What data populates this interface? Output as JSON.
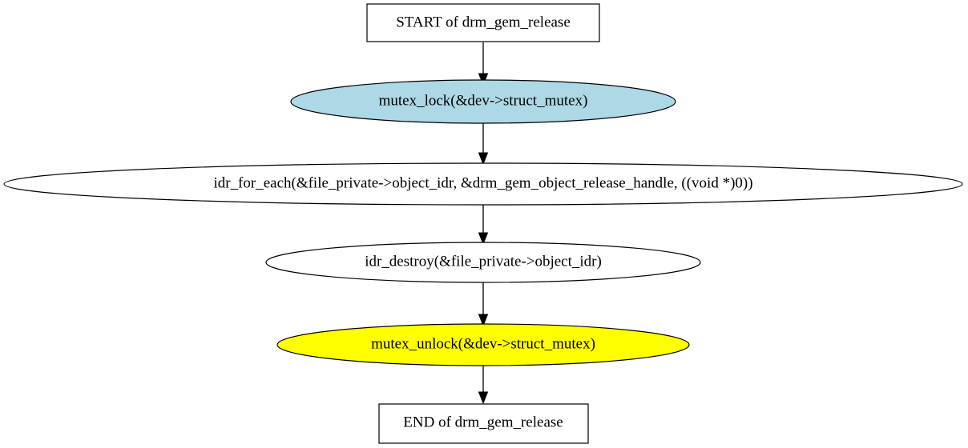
{
  "nodes": [
    {
      "id": "start",
      "label": "START of drm_gem_release",
      "shape": "box",
      "fill": "#ffffff"
    },
    {
      "id": "lock",
      "label": "mutex_lock(&dev->struct_mutex)",
      "shape": "ellipse",
      "fill": "#add8e6"
    },
    {
      "id": "foreach",
      "label": "idr_for_each(&file_private->object_idr, &drm_gem_object_release_handle, ((void *)0))",
      "shape": "ellipse",
      "fill": "#ffffff"
    },
    {
      "id": "destroy",
      "label": "idr_destroy(&file_private->object_idr)",
      "shape": "ellipse",
      "fill": "#ffffff"
    },
    {
      "id": "unlock",
      "label": "mutex_unlock(&dev->struct_mutex)",
      "shape": "ellipse",
      "fill": "#ffff00"
    },
    {
      "id": "end",
      "label": "END of drm_gem_release",
      "shape": "box",
      "fill": "#ffffff"
    }
  ],
  "edges": [
    {
      "from": "start",
      "to": "lock"
    },
    {
      "from": "lock",
      "to": "foreach"
    },
    {
      "from": "foreach",
      "to": "destroy"
    },
    {
      "from": "destroy",
      "to": "unlock"
    },
    {
      "from": "unlock",
      "to": "end"
    }
  ]
}
